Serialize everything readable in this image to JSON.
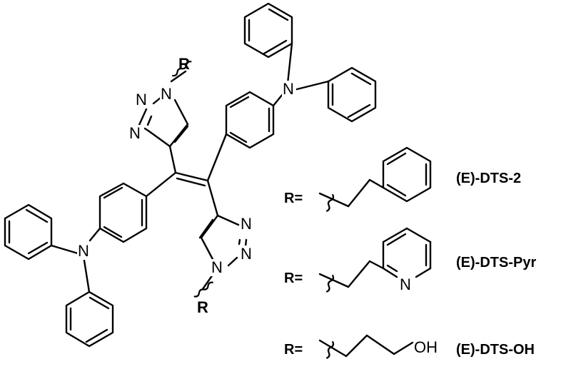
{
  "atoms": {
    "nitrogen": "N",
    "r_group": "R",
    "hydroxyl": "OH"
  },
  "substituents": [
    {
      "prefix": "R=",
      "compound": "(E)-DTS-2"
    },
    {
      "prefix": "R=",
      "compound": "(E)-DTS-Pyr"
    },
    {
      "prefix": "R=",
      "compound": "(E)-DTS-OH"
    }
  ]
}
